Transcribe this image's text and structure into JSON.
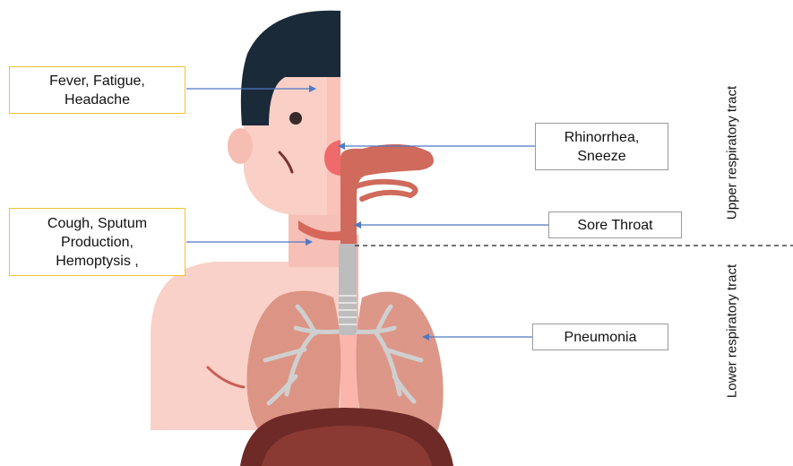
{
  "labels": {
    "fever": "Fever, Fatigue,\nHeadache",
    "cough": "Cough, Sputum\nProduction,\nHemoptysis ,",
    "rhinorrhea": "Rhinorrhea,\nSneeze",
    "sore_throat": "Sore Throat",
    "pneumonia": "Pneumonia"
  },
  "regions": {
    "upper": "Upper respiratory tract",
    "lower": "Lower respiratory tract"
  },
  "colors": {
    "hair": "#1b2a38",
    "skin_light": "#f8c7be",
    "skin_left": "#f9d1c9",
    "skin_right": "#fbb5ab",
    "lung": "#d98e7e",
    "airway": "#cf6a5c",
    "trachea": "#b9b9b9",
    "bronchi": "#cfcfcf",
    "diaphragm": "#6d2a26",
    "arrow": "#4e79c4",
    "yellow_border": "#f2c230",
    "gray_border": "#9a9a9a"
  }
}
